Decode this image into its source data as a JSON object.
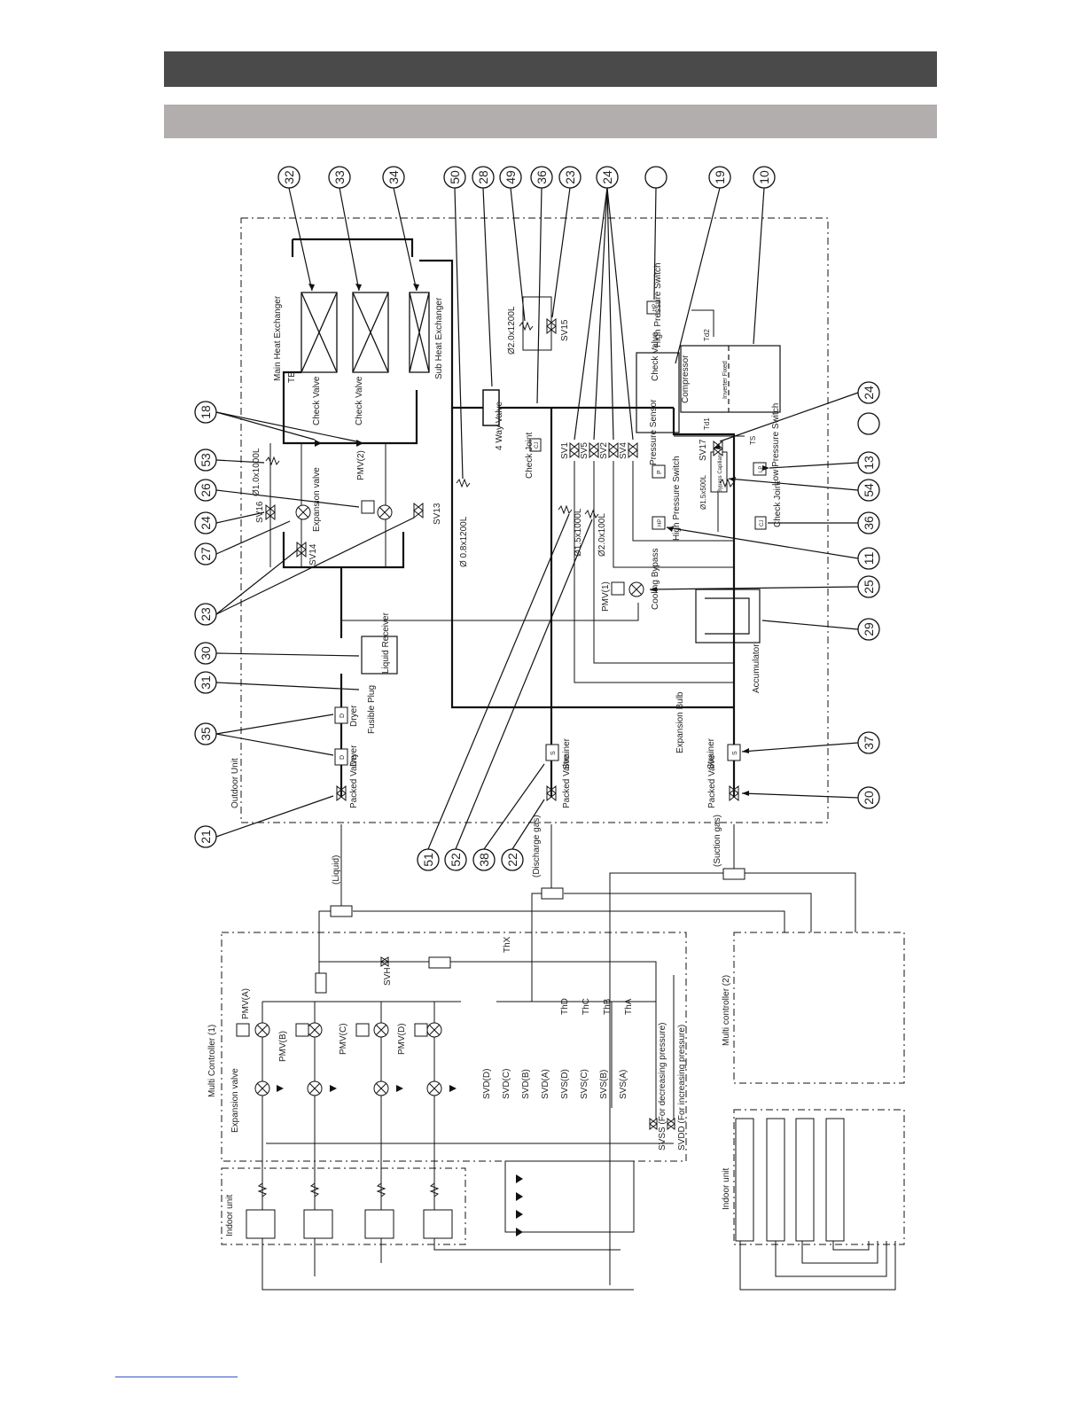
{
  "diagram": {
    "outdoor_unit_label": "Outdoor Unit",
    "multi_controller_1_label": "Multi Controller (1)",
    "multi_controller_2_label": "Multi controller (2)",
    "indoor_unit_label_left": "Indoor unit",
    "indoor_unit_label_right": "Indoor unit",
    "components": {
      "main_hx": "Main Heat Exchanger",
      "sub_hx": "Sub Heat Exchanger",
      "te": "TE",
      "check_valve_1": "Check Valve",
      "check_valve_2": "Check Valve",
      "check_valve_comp": "Check Valve",
      "compressor": "Compressor",
      "inverter_fixed": "Inverter  Fixed",
      "td1": "Td1",
      "td2": "Td2",
      "ts": "TS",
      "high_pressure_switch_top": "High Pressure Switch",
      "high_pressure_switch_mid": "High Pressure Switch",
      "pressure_sensor": "Pressure Sensor",
      "low_pressure_switch": "Low Pressure Switch",
      "bypass_capillary": "Bypass Capillary",
      "cap_15x500": "Ø1.5x500L",
      "cap_20x1200": "Ø2.0x1200L",
      "cap_10x1000": "Ø1.0x1000L",
      "cap_08x1200": "Ø 0.8x1200L",
      "cap_15x1000": "Ø1.5x1000L",
      "cap_20x100": "Ø2.0x100L",
      "sv15": "SV15",
      "sv16": "SV16",
      "sv14": "SV14",
      "sv13": "SV13",
      "sv17": "SV17",
      "sv1": "SV1",
      "sv5": "SV5",
      "sv2": "SV2",
      "sv4": "SV4",
      "expansion_valve": "Expansion valve",
      "pmv2": "PMV(2)",
      "pmv1": "PMV(1)",
      "cooling_bypass": "Cooling Bypass",
      "four_way_valve": "4 Way Valve",
      "check_joint_1": "Check Joint",
      "check_joint_2": "Check Joint",
      "accumulator": "Accumulator",
      "liquid_receiver": "Liquid Receiver",
      "fusible_plug": "Fusible Plug",
      "dryer_1": "Dryer",
      "dryer_2": "Dryer",
      "strainer_1": "Strainer",
      "strainer_2": "Strainer",
      "expansion_bulb": "Expansion Bulb",
      "packed_valve_1": "Packed Valve",
      "packed_valve_2": "Packed Valve",
      "packed_valve_3": "Packed Valve",
      "liquid": "(Liquid)",
      "discharge_gas": "(Discharge gas)",
      "suction_gas": "(Suction gas)",
      "pmv_a": "PMV(A)",
      "pmv_b": "PMV(B)",
      "pmv_c": "PMV(C)",
      "pmv_d": "PMV(D)",
      "mc_expansion_valve": "Expansion valve",
      "svh": "SVH",
      "thx": "ThX",
      "thd": "ThD",
      "thc": "ThC",
      "thb": "ThB",
      "tha": "ThA",
      "svd_d": "SVD(D)",
      "svd_c": "SVD(C)",
      "svd_b": "SVD(B)",
      "svd_a": "SVD(A)",
      "svs_d": "SVS(D)",
      "svs_c": "SVS(C)",
      "svs_b": "SVS(B)",
      "svs_a": "SVS(A)",
      "svss": "SVSS (For decreasing pressure)",
      "svdd": "SVDD (For increasing pressure)",
      "hp": "HP",
      "lp": "LP",
      "p": "P",
      "cj": "CJ",
      "d": "D",
      "s": "S"
    },
    "callouts_top": [
      "32",
      "33",
      "34",
      "50",
      "28",
      "49",
      "36",
      "23",
      "24",
      "",
      "19",
      "10"
    ],
    "callouts_right": [
      "24",
      "",
      "13",
      "54",
      "36",
      "11",
      "25",
      "29",
      "37",
      "20"
    ],
    "callouts_left": [
      "18",
      "53",
      "26",
      "24",
      "27",
      "23",
      "30",
      "31",
      "35",
      "21"
    ],
    "callouts_bottom": [
      "51",
      "52",
      "38",
      "22"
    ]
  }
}
